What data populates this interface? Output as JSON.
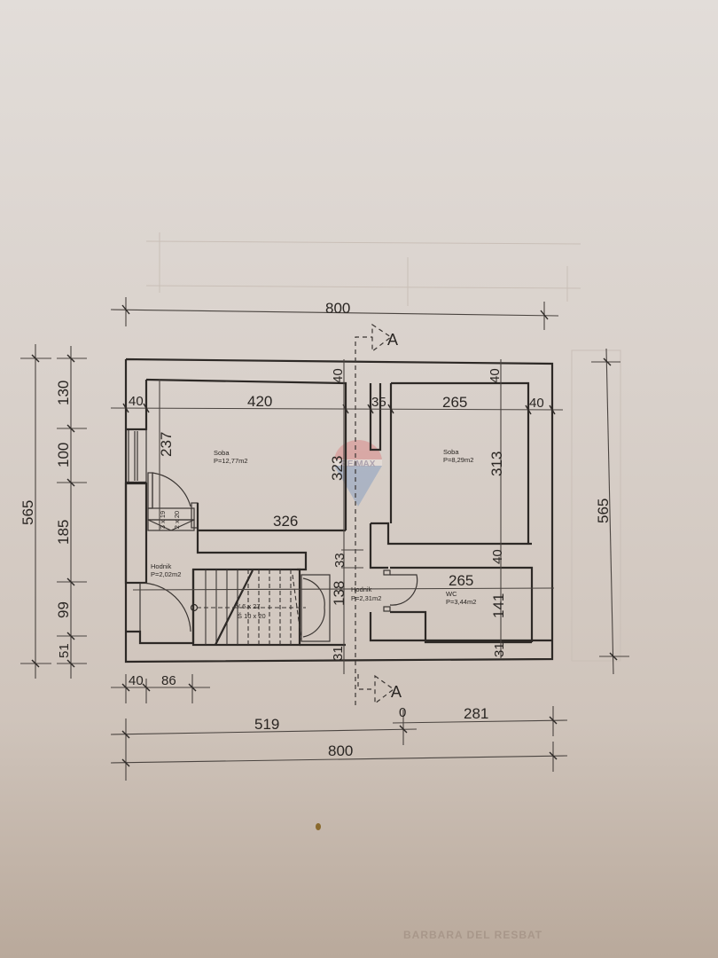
{
  "plan": {
    "top_dimension": "800",
    "bottom_dimension_total": "800",
    "bottom_dimension_left": "519",
    "bottom_dimension_right": "281",
    "bottom_dimension_zero": "0",
    "bottom_small_left": "40",
    "bottom_small_right": "86",
    "left_total": "565",
    "right_total": "565",
    "left_segments": [
      "130",
      "100",
      "185",
      "99",
      "51"
    ],
    "section_marker": "A",
    "logo_text": "RE/MAX"
  },
  "interior_dimensions": {
    "left_wall": "40",
    "soba1_width": "420",
    "top_wall_mid": "40",
    "partition": "35",
    "soba2_width": "265",
    "top_wall_right": "40",
    "right_wall": "40",
    "soba1_depth": "237",
    "mid_height": "323",
    "soba2_height": "313",
    "corridor_width": "326",
    "slab_33": "33",
    "hall_138": "138",
    "bottom_wall_31a": "31",
    "wc_wall_40": "40",
    "wc_width": "265",
    "wc_height": "141",
    "bottom_wall_31b": "31",
    "stair_small_1": "3 x 19",
    "stair_small_2": "2 x 20"
  },
  "rooms": [
    {
      "name": "Soba",
      "area": "P=12,77m2"
    },
    {
      "name": "Soba",
      "area": "P=8,29m2"
    },
    {
      "name": "Hodnik",
      "area": "P=2,02m2"
    },
    {
      "name": "Hodnik",
      "area": "P=2,31m2"
    },
    {
      "name": "WC",
      "area": "P=3,44m2"
    }
  ],
  "stairs": {
    "line1": "V 6 x 27",
    "line2": "Š 10 x 20"
  },
  "footer_ghost": "BARBARA DEL RESBAT"
}
